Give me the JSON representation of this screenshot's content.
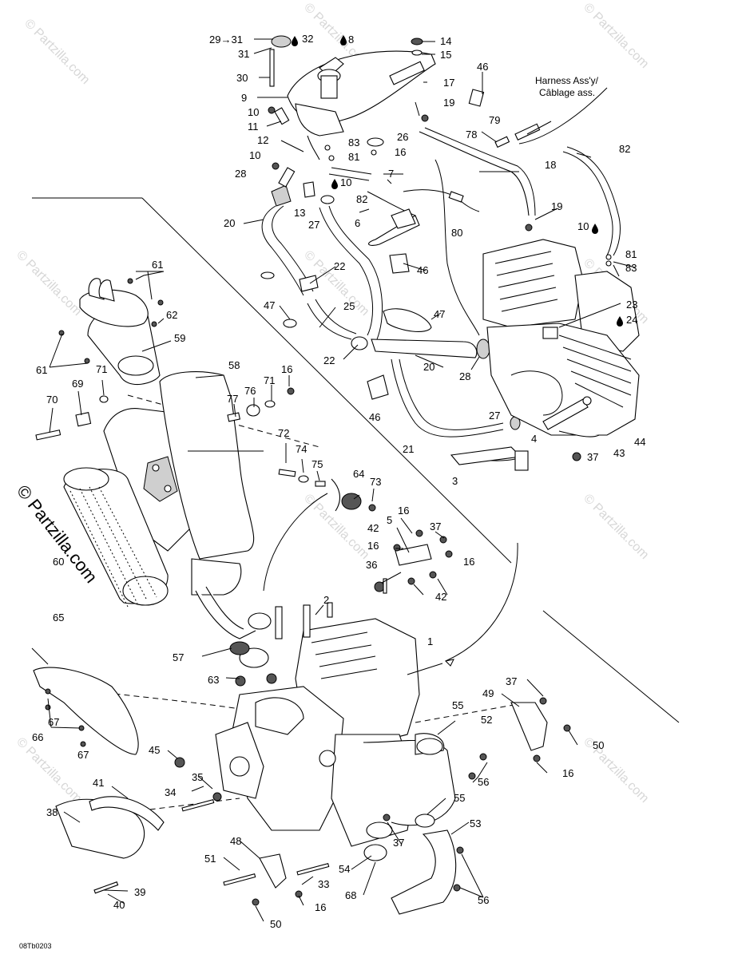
{
  "diagram": {
    "code": "08Tb0203",
    "harness_note": [
      "Harness Ass'y/",
      "Câblage ass."
    ],
    "watermark": "© Partzilla.com",
    "oil_symbol": "💧",
    "callouts": {
      "c29_31": "29→31",
      "c31": "31",
      "c32": "32",
      "c8": "8",
      "c14": "14",
      "c15": "15",
      "c30": "30",
      "c17": "17",
      "c9": "9",
      "c19a": "19",
      "c46a": "46",
      "c79": "79",
      "c10a": "10",
      "c11": "11",
      "c12": "12",
      "c83a": "83",
      "c26": "26",
      "c16a": "16",
      "c78": "78",
      "c81a": "81",
      "c82a": "82",
      "c18": "18",
      "c10b": "10",
      "c7": "7",
      "c28a": "28",
      "c10c": "10",
      "c82b": "82",
      "c13": "13",
      "c20a": "20",
      "c27a": "27",
      "c6": "6",
      "c80": "80",
      "c19b": "19",
      "c10d": "10",
      "c22a": "22",
      "c46b": "46",
      "c81b": "81",
      "c83b": "83",
      "c61a": "61",
      "c47a": "47",
      "c25": "25",
      "c47b": "47",
      "c23": "23",
      "c24": "24",
      "c62": "62",
      "c59": "59",
      "c22b": "22",
      "c20b": "20",
      "c28b": "28",
      "c61b": "61",
      "c71a": "71",
      "c58": "58",
      "c46c": "46",
      "c69": "69",
      "c77": "77",
      "c76": "76",
      "c71b": "71",
      "c16b": "16",
      "c70": "70",
      "c27b": "27",
      "c4": "4",
      "c44": "44",
      "c21": "21",
      "c43": "43",
      "c37a": "37",
      "c3": "3",
      "c72": "72",
      "c74": "74",
      "c75": "75",
      "c64": "64",
      "c73": "73",
      "c16c": "16",
      "c5": "5",
      "c37b": "37",
      "c42a": "42",
      "c16d": "16",
      "c16e": "16",
      "c60": "60",
      "c36": "36",
      "c42b": "42",
      "c2": "2",
      "c1": "1",
      "c65": "65",
      "c57": "57",
      "c63": "63",
      "c37c": "37",
      "c49": "49",
      "c67a": "67",
      "c55a": "55",
      "c52": "52",
      "c66": "66",
      "c67b": "67",
      "c50a": "50",
      "c45": "45",
      "c16f": "16",
      "c56a": "56",
      "c35": "35",
      "c41": "41",
      "c34": "34",
      "c55b": "55",
      "c38": "38",
      "c37d": "37",
      "c53": "53",
      "c48": "48",
      "c51": "51",
      "c54": "54",
      "c33": "33",
      "c39": "39",
      "c68": "68",
      "c56b": "56",
      "c40": "40",
      "c16g": "16",
      "c50b": "50"
    }
  }
}
